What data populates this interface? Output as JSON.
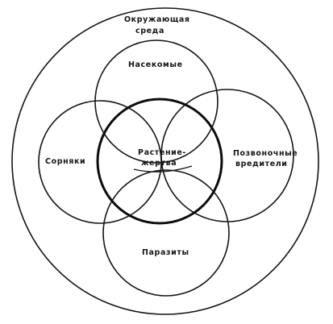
{
  "diagram": {
    "environment": {
      "line1": "Окружающая",
      "line2": "среда"
    },
    "insects": "Насекомые",
    "weeds": "Сорняки",
    "vertebrates": {
      "line1": "Позвоночные",
      "line2": "вредители"
    },
    "parasites": "Паразиты",
    "core": {
      "line1": "Растение-",
      "line2": "жертва"
    }
  }
}
